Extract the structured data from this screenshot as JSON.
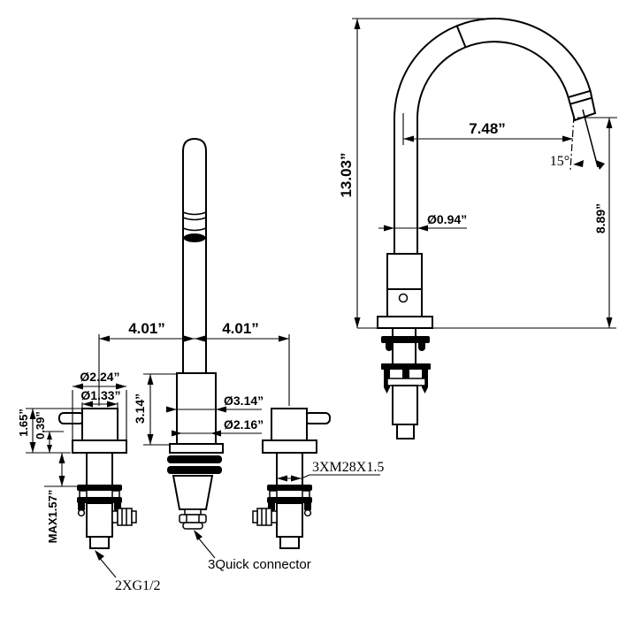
{
  "title": "Widespread faucet technical dimension drawing",
  "colors": {
    "line": "#000000",
    "background": "#ffffff"
  },
  "front_view": {
    "spacing_left": "4.01”",
    "spacing_right": "4.01”",
    "escutcheon_diameter": "Ø2.24”",
    "handle_diameter": "Ø1.33”",
    "handle_height": "1.65”",
    "base_height": "0.39”",
    "max_deck_thickness": "MAX1.57”",
    "spout_base_height": "3.14”",
    "spout_base_diameter": "Ø3.14”",
    "spout_thread_diameter": "Ø2.16”",
    "shank_thread_note": "3XM28X1.5",
    "connector_note": "3Quick connector",
    "inlet_thread_note": "2XG1/2"
  },
  "side_view": {
    "total_height": "13.03”",
    "spout_reach": "7.48”",
    "spout_angle": "15°",
    "spout_diameter": "Ø0.94”",
    "outlet_height": "8.89”"
  }
}
